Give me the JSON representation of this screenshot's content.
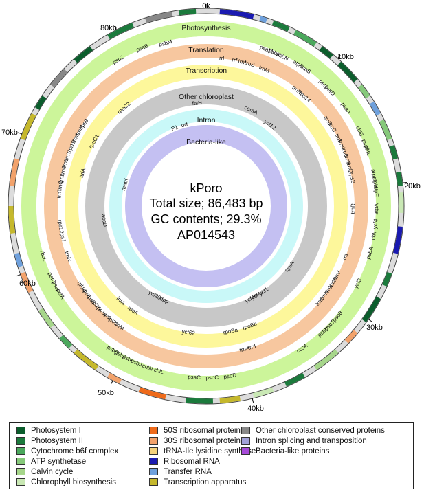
{
  "center": {
    "name": "kPoro",
    "total_size": "Total size; 86,483 bp",
    "gc": "GC contents; 29.3%",
    "accession": "AP014543"
  },
  "ring_labels": {
    "photosynthesis": "Photosynthesis",
    "translation": "Translation",
    "transcription": "Transcription",
    "other": "Other chloroplast",
    "intron": "Intron",
    "bacteria": "Bacteria-like"
  },
  "colors": {
    "photosynthesis": "#ccf59a",
    "translation": "#f7c79f",
    "transcription": "#fdf79b",
    "other": "#c8c8c8",
    "intron": "#c9f8f8",
    "bacteria": "#c4c0f2",
    "psI": "#0b5d2c",
    "psII": "#1b7a3c",
    "b6f": "#4aa85c",
    "atp": "#86c97a",
    "calvin": "#a6d68a",
    "chl": "#c9e8b4",
    "rp50": "#ee6a1a",
    "rp30": "#f2a26b",
    "trna_synth": "#f5d37c",
    "rrna": "#1a1ab0",
    "trna": "#6ea0dc",
    "transc": "#c5b82c",
    "other_cons": "#888888",
    "intron_sp": "#a2a2d8",
    "bact": "#a64ad8"
  },
  "ticks": [
    "0k",
    "10kb",
    "20kb",
    "30kb",
    "40kb",
    "50kb",
    "60kb",
    "70kb",
    "80kb"
  ],
  "genes": {
    "photosynthesis": [
      "psbM",
      "psaM",
      "psbK",
      "psbN",
      "atpE",
      "atpB",
      "petB",
      "petD",
      "psaA",
      "chlB",
      "psaJ",
      "petL",
      "atpI",
      "atpH",
      "atpF",
      "atpA",
      "ycf4",
      "chlI",
      "psbA",
      "ycf3",
      "psbB",
      "psbT",
      "psbH",
      "ccsA",
      "psbD",
      "psbC",
      "psaC",
      "chlL",
      "chlN",
      "psbJ",
      "psbL",
      "psbF",
      "psbE",
      "petA",
      "psaI",
      "petG",
      "rbcL",
      "psbZ",
      "psaB"
    ],
    "translation": [
      "rrl",
      "rrf",
      "trnI",
      "trnS",
      "trnM",
      "trnR",
      "rps14",
      "trnD",
      "trnC",
      "trnP",
      "trnW",
      "trnG",
      "trnS",
      "trnQ",
      "rps2",
      "trnR",
      "rrs",
      "trnV",
      "rpl20",
      "trnK",
      "trnN",
      "trnL",
      "trnI",
      "trnA",
      "trnM",
      "rpl23",
      "rpl2",
      "rps19",
      "rpl16",
      "rps3",
      "rps8",
      "rpl14",
      "rps7",
      "rps12",
      "trnR",
      "trnT",
      "trnQ",
      "trnL",
      "trnF",
      "trnL",
      "trnT",
      "rpl19",
      "trnL",
      "trnM",
      "rps9"
    ],
    "transcription": [
      "rpoC2",
      "rpoC1",
      "tufA",
      "infA",
      "rpoA",
      "rpoBa",
      "rpoBb",
      "ycf62"
    ],
    "other": [
      "ftsH",
      "cemA",
      "ycf12",
      "accD",
      "dpp",
      "ycf20",
      "ycf1",
      "cysA",
      "ycf47",
      "ycf46"
    ],
    "intron": [
      "orf",
      "P1",
      "matK"
    ]
  },
  "legend": [
    [
      "Photosystem I",
      "Photosystem II",
      "Cytochrome b6f complex",
      "ATP synthetase",
      "Calvin cycle",
      "Chlorophyll biosynthesis"
    ],
    [
      "50S ribosomal protein",
      "30S ribosomal protein",
      "tRNA-Ile lysidine synthase",
      "Ribosomal RNA",
      "Transfer RNA",
      "Transcription apparatus"
    ],
    [
      "Other chloroplast conserved proteins",
      "Intron splicing and transposition",
      "Bacteria-like proteins"
    ]
  ]
}
